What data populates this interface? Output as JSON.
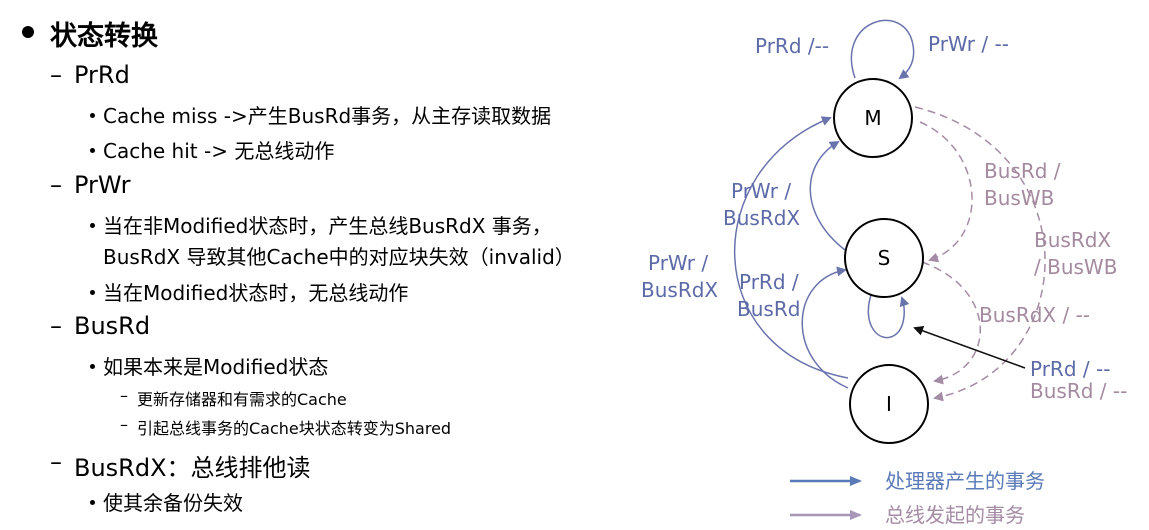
{
  "outline": {
    "title": "状态转换",
    "prrd": {
      "heading": "PrRd",
      "items": [
        "Cache miss ->产生BusRd事务，从主存读取数据",
        "Cache hit -> 无总线动作"
      ]
    },
    "prwr": {
      "heading": "PrWr",
      "item1_line1": "当在非Modified状态时，产生总线BusRdX 事务，",
      "item1_line2": "BusRdX 导致其他Cache中的对应块失效（invalid）",
      "item2": "当在Modified状态时，无总线动作"
    },
    "busrd": {
      "heading": "BusRd",
      "item": "如果本来是Modified状态",
      "subitems": [
        "更新存储器和有需求的Cache",
        "引起总线事务的Cache块状态转变为Shared"
      ]
    },
    "busrdx": {
      "heading": "BusRdX：总线排他读",
      "item": "使其余备份失效"
    },
    "dash": "–"
  },
  "diagram": {
    "states": {
      "m": "M",
      "s": "S",
      "i": "I"
    },
    "labels": {
      "m_self_left": "PrRd /--",
      "m_self_right": "PrWr / --",
      "s_to_m_1": "PrWr /",
      "s_to_m_2": "BusRdX",
      "i_to_m_1": "PrWr /",
      "i_to_m_2": "BusRdX",
      "i_to_s_1": "PrRd /",
      "i_to_s_2": "BusRd",
      "m_to_s_1": "BusRd /",
      "m_to_s_2": "BusWB",
      "m_to_i_1": "BusRdX",
      "m_to_i_2": "/ BusWB",
      "s_to_i": "BusRdX / --",
      "s_self_1": "PrRd / --",
      "s_self_2": "BusRd / --"
    },
    "legend": {
      "processor": "处理器产生的事务",
      "bus": "总线发起的事务"
    },
    "colors": {
      "processor": "#6b73ad",
      "bus": "#a58ca5",
      "legend_processor": "#5a7ab8",
      "legend_bus": "#a896b8",
      "label_processor": "#5d6aa8",
      "label_bus": "#a48a9e"
    }
  }
}
